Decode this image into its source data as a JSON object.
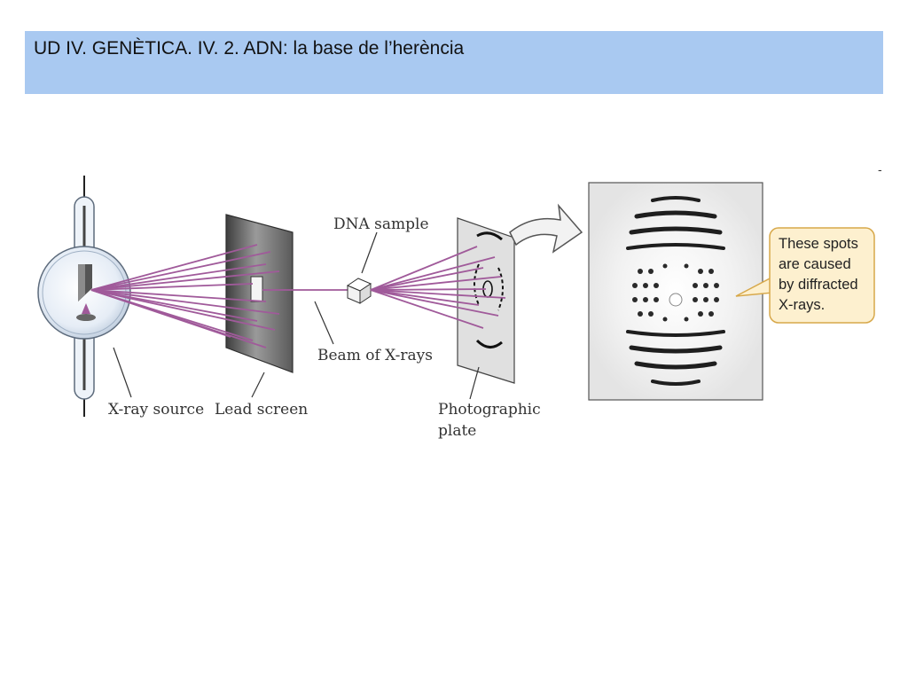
{
  "slide": {
    "title": "UD IV. GENÈTICA. IV. 2. ADN: la base de l’herència",
    "title_bg": "#a9c9f1"
  },
  "diagram": {
    "labels": {
      "xray_source": "X-ray source",
      "lead_screen": "Lead screen",
      "beam": "Beam of X-rays",
      "dna_sample": "DNA sample",
      "photo_line1": "Photographic",
      "photo_line2": "plate"
    },
    "callout": {
      "line1": "These spots",
      "line2": "are caused",
      "line3": "by diffracted",
      "line4": "X-rays."
    },
    "colors": {
      "ray": "#a05a9a",
      "callout_fill": "#fdf0cf",
      "callout_stroke": "#d7a84a"
    },
    "stray_mark": "-"
  }
}
